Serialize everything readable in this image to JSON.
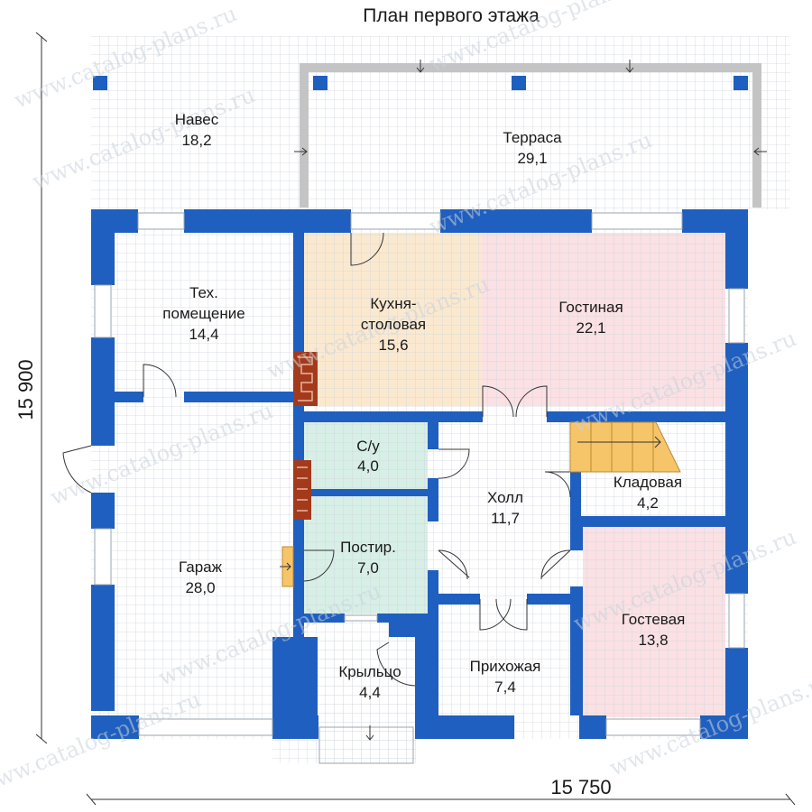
{
  "title": "План первого этажа",
  "dimensions": {
    "height": "15 900",
    "width": "15 750"
  },
  "watermark": "www.catalog-plans.ru",
  "colors": {
    "wall": "#1f5fbf",
    "grid_line": "#cfd5dc",
    "kitchen_fill": "#fbe9cf",
    "living_fill": "#fbe1e4",
    "bath_fill": "#d7efe6",
    "terrace_border": "#c4c4c4",
    "stair_fill": "#f6c56a",
    "fireplace": "#a33a1c"
  },
  "rooms": {
    "naves": {
      "name": "Навес",
      "area": "18,2"
    },
    "terrasa": {
      "name": "Терраса",
      "area": "29,1"
    },
    "tech": {
      "name1": "Тех.",
      "name2": "помещение",
      "area": "14,4"
    },
    "kitchen": {
      "name1": "Кухня-",
      "name2": "столовая",
      "area": "15,6"
    },
    "living": {
      "name": "Гостиная",
      "area": "22,1"
    },
    "bath": {
      "name": "С/у",
      "area": "4,0"
    },
    "hall": {
      "name": "Холл",
      "area": "11,7"
    },
    "pantry": {
      "name": "Кладовая",
      "area": "4,2"
    },
    "garage": {
      "name": "Гараж",
      "area": "28,0"
    },
    "laundry": {
      "name": "Постир.",
      "area": "7,0"
    },
    "guest": {
      "name": "Гостевая",
      "area": "13,8"
    },
    "porch": {
      "name": "Крыльцо",
      "area": "4,4"
    },
    "entry": {
      "name": "Прихожая",
      "area": "7,4"
    }
  }
}
